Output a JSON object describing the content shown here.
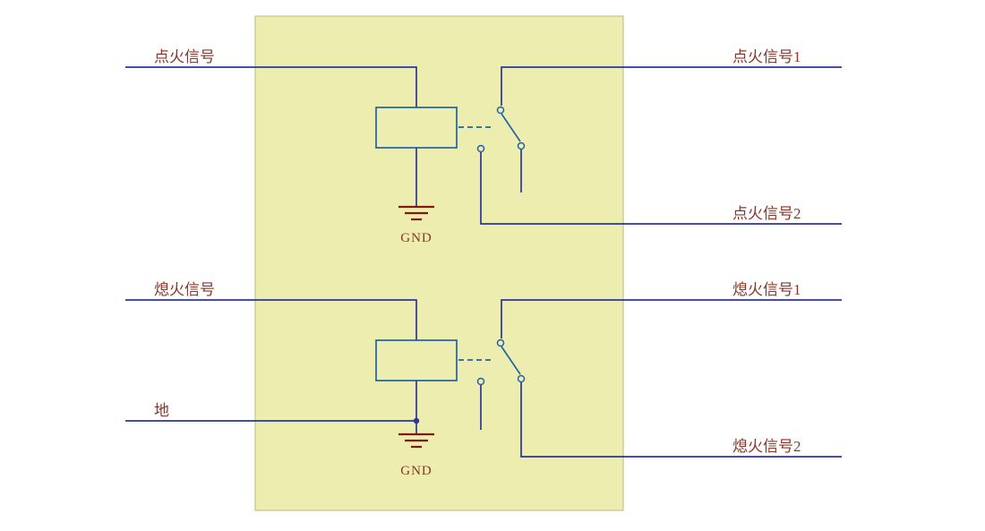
{
  "diagram": {
    "type": "schematic",
    "description": "Dual relay ignition / flameout signal switching circuit",
    "colors": {
      "background": "#FFFFFF",
      "module_fill": "#EDEDAF",
      "module_border": "#B9B97B",
      "wire": "#2B35A0",
      "device": "#1E63A8",
      "label": "#8B3626",
      "ground": "#801A10"
    },
    "ignition": {
      "input_label": "点火信号",
      "output1_label": "点火信号1",
      "output2_label": "点火信号2",
      "gnd_label": "GND"
    },
    "flameout": {
      "input_label": "熄火信号",
      "ground_label": "地",
      "output1_label": "熄火信号1",
      "output2_label": "熄火信号2",
      "gnd_label": "GND"
    }
  }
}
